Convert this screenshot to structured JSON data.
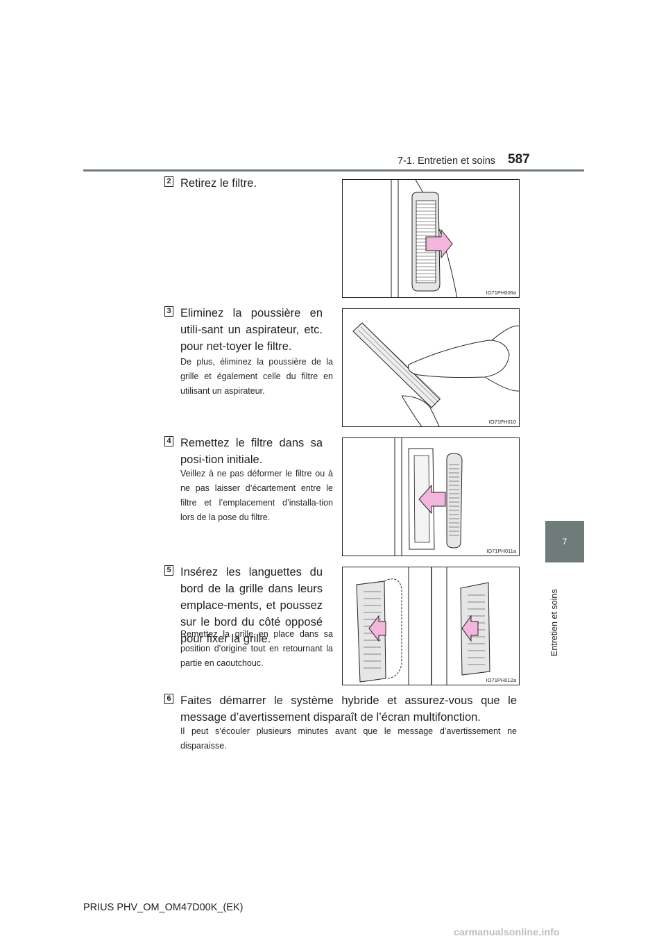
{
  "header": {
    "section": "7-1. Entretien et soins",
    "page_number": "587"
  },
  "side_tab": {
    "number": "7",
    "label": "Entretien et soins",
    "color": "#6e7b78"
  },
  "steps": [
    {
      "number": "2",
      "title": "Retirez le filtre.",
      "note": "",
      "figure_code": "IO71PH009a"
    },
    {
      "number": "3",
      "title": "Eliminez la poussière en utili-sant un aspirateur, etc. pour net-toyer le filtre.",
      "note": "De plus, éliminez la poussière de la grille et également celle du filtre en utilisant un aspirateur.",
      "figure_code": "IO71PH010"
    },
    {
      "number": "4",
      "title": "Remettez le filtre dans sa posi-tion initiale.",
      "note": "Veillez à ne pas déformer le filtre ou à ne pas laisser d’écartement entre le filtre et l’emplacement d’installa-tion lors de la pose du filtre.",
      "figure_code": "IO71PH011a"
    },
    {
      "number": "5",
      "title": "Insérez les languettes du bord de la grille dans leurs emplace-ments, et poussez sur le bord du côté opposé pour fixer la grille.",
      "note": "Remettez la grille en place dans sa position d’origine tout en retournant la partie en caoutchouc.",
      "figure_code": "IO71PH012a"
    },
    {
      "number": "6",
      "title": "Faites démarrer le système hybride et assurez-vous que le message d’avertissement disparaît de l’écran multifonction.",
      "note": "Il peut s’écouler plusieurs minutes avant que le message d’avertissement ne disparaisse."
    }
  ],
  "footer": {
    "model": "PRIUS PHV_OM_OM47D00K_(EK)",
    "watermark": "carmanualsonline.info"
  },
  "colors": {
    "arrow_fill": "#f2b6dc",
    "ink": "#231f20"
  }
}
